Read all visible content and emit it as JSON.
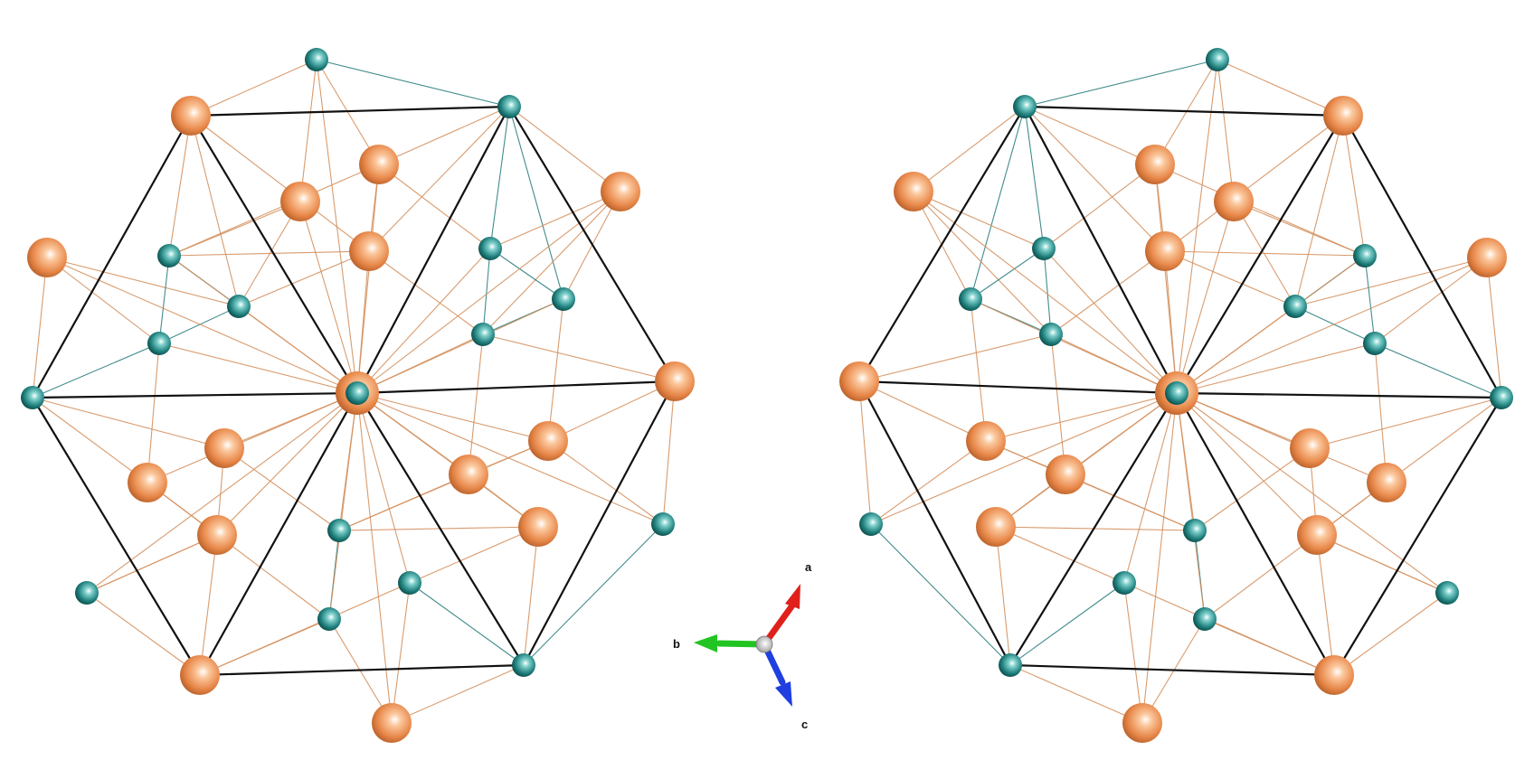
{
  "colors": {
    "background": "#ffffff",
    "cell_edge": "#111111",
    "bond_cu": "#d4915f",
    "bond_teal": "#2e7f7f",
    "atom_cu": "#e8884a",
    "atom_teal": "#1f7f7c",
    "axis_a": "#e0201a",
    "axis_b": "#22c422",
    "axis_c": "#1f3fe0"
  },
  "axes": {
    "a_label": "a",
    "b_label": "b",
    "c_label": "c"
  },
  "structures": [
    {
      "name": "left-structure",
      "atoms": "orange-and-teal",
      "mirrored": false
    },
    {
      "name": "right-structure",
      "atoms": "orange-and-teal",
      "mirrored": true
    }
  ]
}
